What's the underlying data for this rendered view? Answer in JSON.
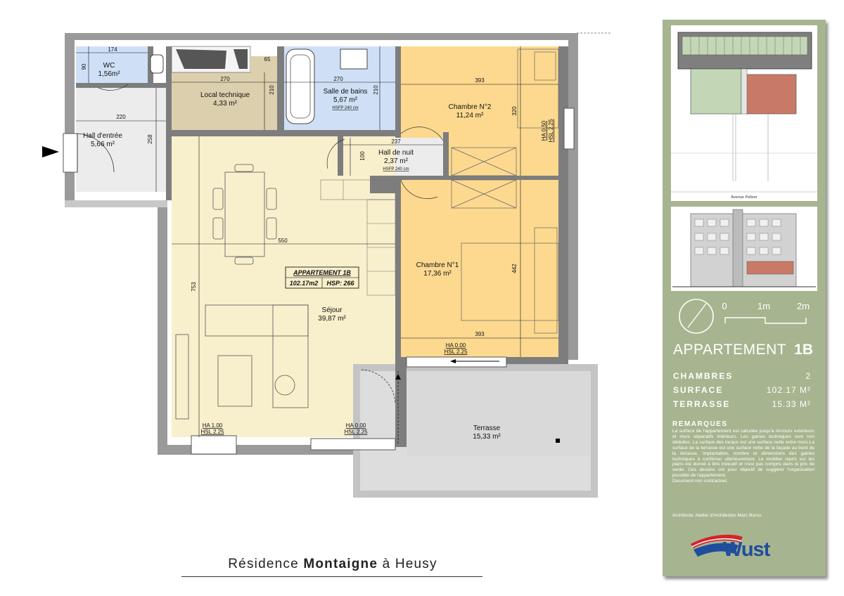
{
  "rooms": {
    "wc": {
      "name": "WC",
      "area": "1,56m²"
    },
    "local": {
      "name": "Local technique",
      "area": "4,33 m²"
    },
    "sdb": {
      "name": "Salle de bains",
      "area": "5,67 m²",
      "note": "HSFP 240 cm"
    },
    "ch2": {
      "name": "Chambre N°2",
      "area": "11,24 m²"
    },
    "hall": {
      "name": "Hall d'entrée",
      "area": "5,66 m²"
    },
    "nuit": {
      "name": "Hall de nuit",
      "area": "2,37 m²",
      "note": "HSFP 240 cm"
    },
    "sejour": {
      "name": "Séjour",
      "area": "39,87 m²"
    },
    "ch1": {
      "name": "Chambre N°1",
      "area": "17,36 m²"
    },
    "terrasse": {
      "name": "Terrasse",
      "area": "15,33 m²"
    }
  },
  "dimensions": {
    "wc_w": "174",
    "wc_h": "90",
    "local_w": "270",
    "local_h": "210",
    "niche": "65",
    "sdb_w": "270",
    "sdb_h": "210",
    "ch2_w": "393",
    "ch2_h": "320",
    "hall_w": "220",
    "hall_h": "258",
    "nuit_w": "237",
    "nuit_h": "100",
    "sejour_w": "550",
    "sejour_h": "753",
    "ch1_w_top": "393",
    "ch1_w_bottom": "393",
    "ch1_h": "442"
  },
  "window_notes": {
    "ch2": {
      "ha": "HA 0.50",
      "hsl": "HSL 2.25"
    },
    "ch1": {
      "ha": "HA 0.00",
      "hsl": "HSL 2.25"
    },
    "sejour_left": {
      "ha": "HA 1.00",
      "hsl": "HSL 2.25"
    },
    "sejour_right": {
      "ha": "HA 0.00",
      "hsl": "HSL 2.25"
    }
  },
  "apartment_box": {
    "title": "APPARTEMENT 1B",
    "area": "102.17m2",
    "hsp": "HSP: 266"
  },
  "footer": {
    "prefix": "Résidence",
    "name": "Montaigne",
    "suffix": "à Heusy"
  },
  "panel": {
    "street": "Avenue Peltzer",
    "scale": {
      "zero": "0",
      "one": "1m",
      "two": "2m"
    },
    "heading": "APPARTEMENT",
    "code": "1B",
    "stats": [
      {
        "label": "CHAMBRES",
        "value": "2"
      },
      {
        "label": "SURFACE",
        "value": "102.17 M²"
      },
      {
        "label": "TERRASSE",
        "value": "15.33 M²"
      }
    ],
    "remarks_title": "REMARQUES",
    "remarks": "La surface de l'appartement est calculée jusqu'à mi-murs extérieurs et murs séparatifs intérieurs. Les gaines techniques sont non déduites. La surface des locaux est une surface nette entre murs.La surface de la terrasse est une surface nette de la façade au bord de la terrasse. Implantation, nombre et dimensions des gaines techniques à confirmer ultérieurement. Le mobilier repris sur les plans est donné à titre indicatif et n'est pas compris dans le prix de vente. Ces dessins ont pour objectif de suggérer l'organisation possible de l'appartement.",
    "contract": "Document non contractuel.",
    "architect": "Architecte: Atelier d'Architectes Marc Borsu.",
    "logo_text": "Wust"
  },
  "colors": {
    "sejour": "#f8efcc",
    "bedroom": "#fcd98f",
    "bathroom": "#cfe0f6",
    "technique": "#dccfae",
    "hall": "#ececec",
    "terrace": "#c4c4c4",
    "wall": "#7d7d7d",
    "panel": "#a6b58f",
    "highlight": "#c97a66"
  }
}
